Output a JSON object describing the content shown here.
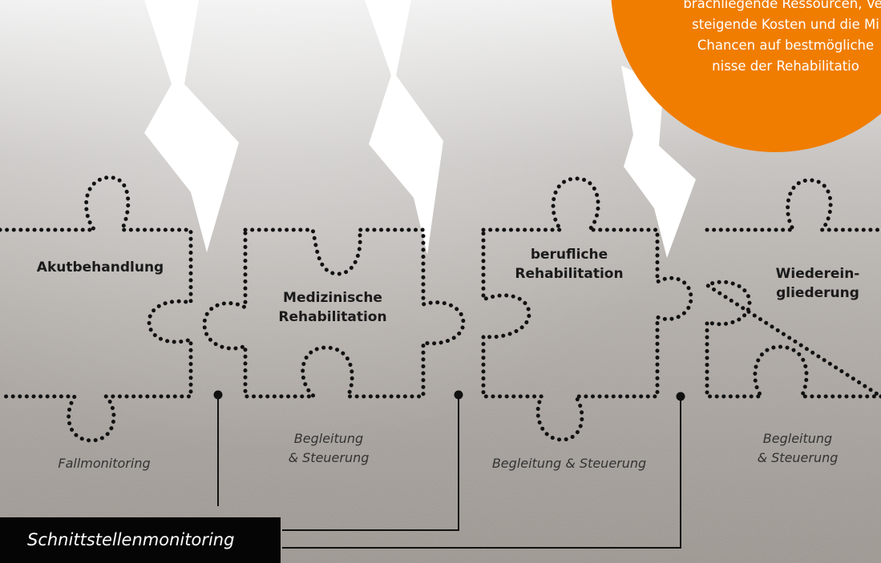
{
  "orange_box": {
    "lines": [
      "brachliegende Ressourcen, Ver",
      "steigende Kosten und die Mi",
      "Chancen auf bestmögliche",
      "nisse der Rehabilitatio"
    ]
  },
  "pieces": [
    {
      "label_lines": [
        "Akutbehandlung"
      ],
      "caption_lines": [
        "Fallmonitoring"
      ]
    },
    {
      "label_lines": [
        "Medizinische",
        "Rehabilitation"
      ],
      "caption_lines": [
        "Begleitung",
        "& Steuerung"
      ]
    },
    {
      "label_lines": [
        "berufliche",
        "Rehabilitation"
      ],
      "caption_lines": [
        "Begleitung & Steuerung"
      ]
    },
    {
      "label_lines": [
        "Wiederein-",
        "gliederung"
      ],
      "caption_lines": [
        "Begleitung",
        "& Steuerung"
      ]
    }
  ],
  "interface_box": {
    "label": "Schnittstellenmonitoring"
  },
  "colors": {
    "accent_orange": "#f07d00",
    "dots": "#111111",
    "box": "#050505",
    "connector": "#111111"
  }
}
